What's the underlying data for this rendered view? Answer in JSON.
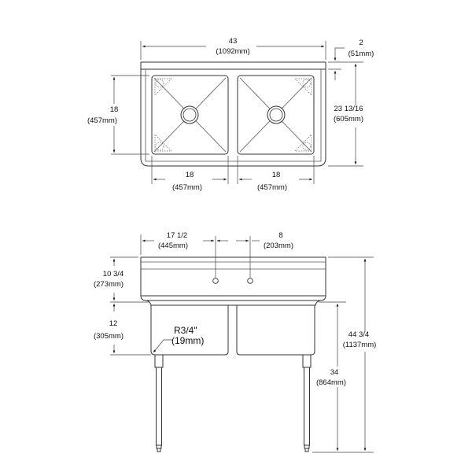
{
  "drawing": {
    "type": "two-compartment sink dimensional drawing",
    "top_view": {
      "overall_width": {
        "value": "43",
        "metric": "(1092mm)"
      },
      "backsplash_depth": {
        "value": "2",
        "metric": "(51mm)"
      },
      "overall_depth": {
        "value": "23 13/16",
        "metric": "(605mm)"
      },
      "bowl_depth": {
        "value": "18",
        "metric": "(457mm)"
      },
      "bowl_left_width": {
        "value": "18",
        "metric": "(457mm)"
      },
      "bowl_right_width": {
        "value": "18",
        "metric": "(457mm)"
      }
    },
    "front_view": {
      "faucet_offset": {
        "value": "17 1/2",
        "metric": "(445mm)"
      },
      "faucet_spacing": {
        "value": "8",
        "metric": "(203mm)"
      },
      "backsplash_height": {
        "value": "10 3/4",
        "metric": "(273mm)"
      },
      "bowl_depth": {
        "value": "12",
        "metric": "(305mm)"
      },
      "corner_radius": {
        "value": "R3/4\"",
        "metric": "(19mm)"
      },
      "rim_height": {
        "value": "34",
        "metric": "(864mm)"
      },
      "overall_height": {
        "value": "44 3/4",
        "metric": "(1137mm)"
      }
    }
  }
}
